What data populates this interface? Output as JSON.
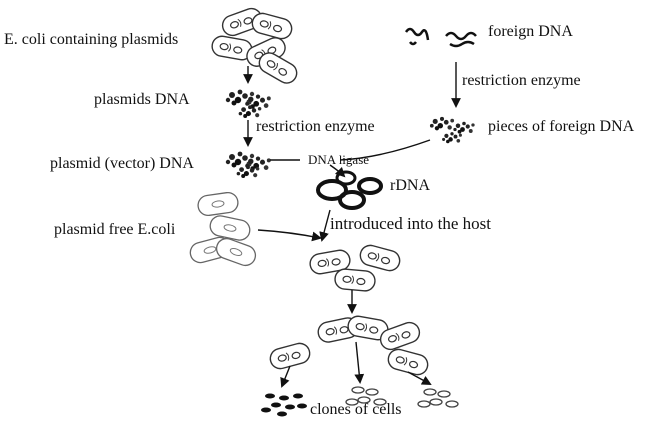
{
  "labels": {
    "ecoli_plasmids": "E. coli containing plasmids",
    "foreign_dna": "foreign DNA",
    "restriction_enzyme_right": "restriction enzyme",
    "plasmids_dna": "plasmids DNA",
    "restriction_enzyme_left": "restriction enzyme",
    "pieces_foreign_dna": "pieces of foreign DNA",
    "plasmid_vector_dna": "plasmid (vector) DNA",
    "dna_ligase": "DNA ligase",
    "rdna": "rDNA",
    "introduced_host": "introduced into the host",
    "plasmid_free_ecoli": "plasmid free E.coli",
    "clones_of_cells": "clones of cells"
  },
  "colors": {
    "ink": "#111111",
    "cell": "#333333"
  }
}
